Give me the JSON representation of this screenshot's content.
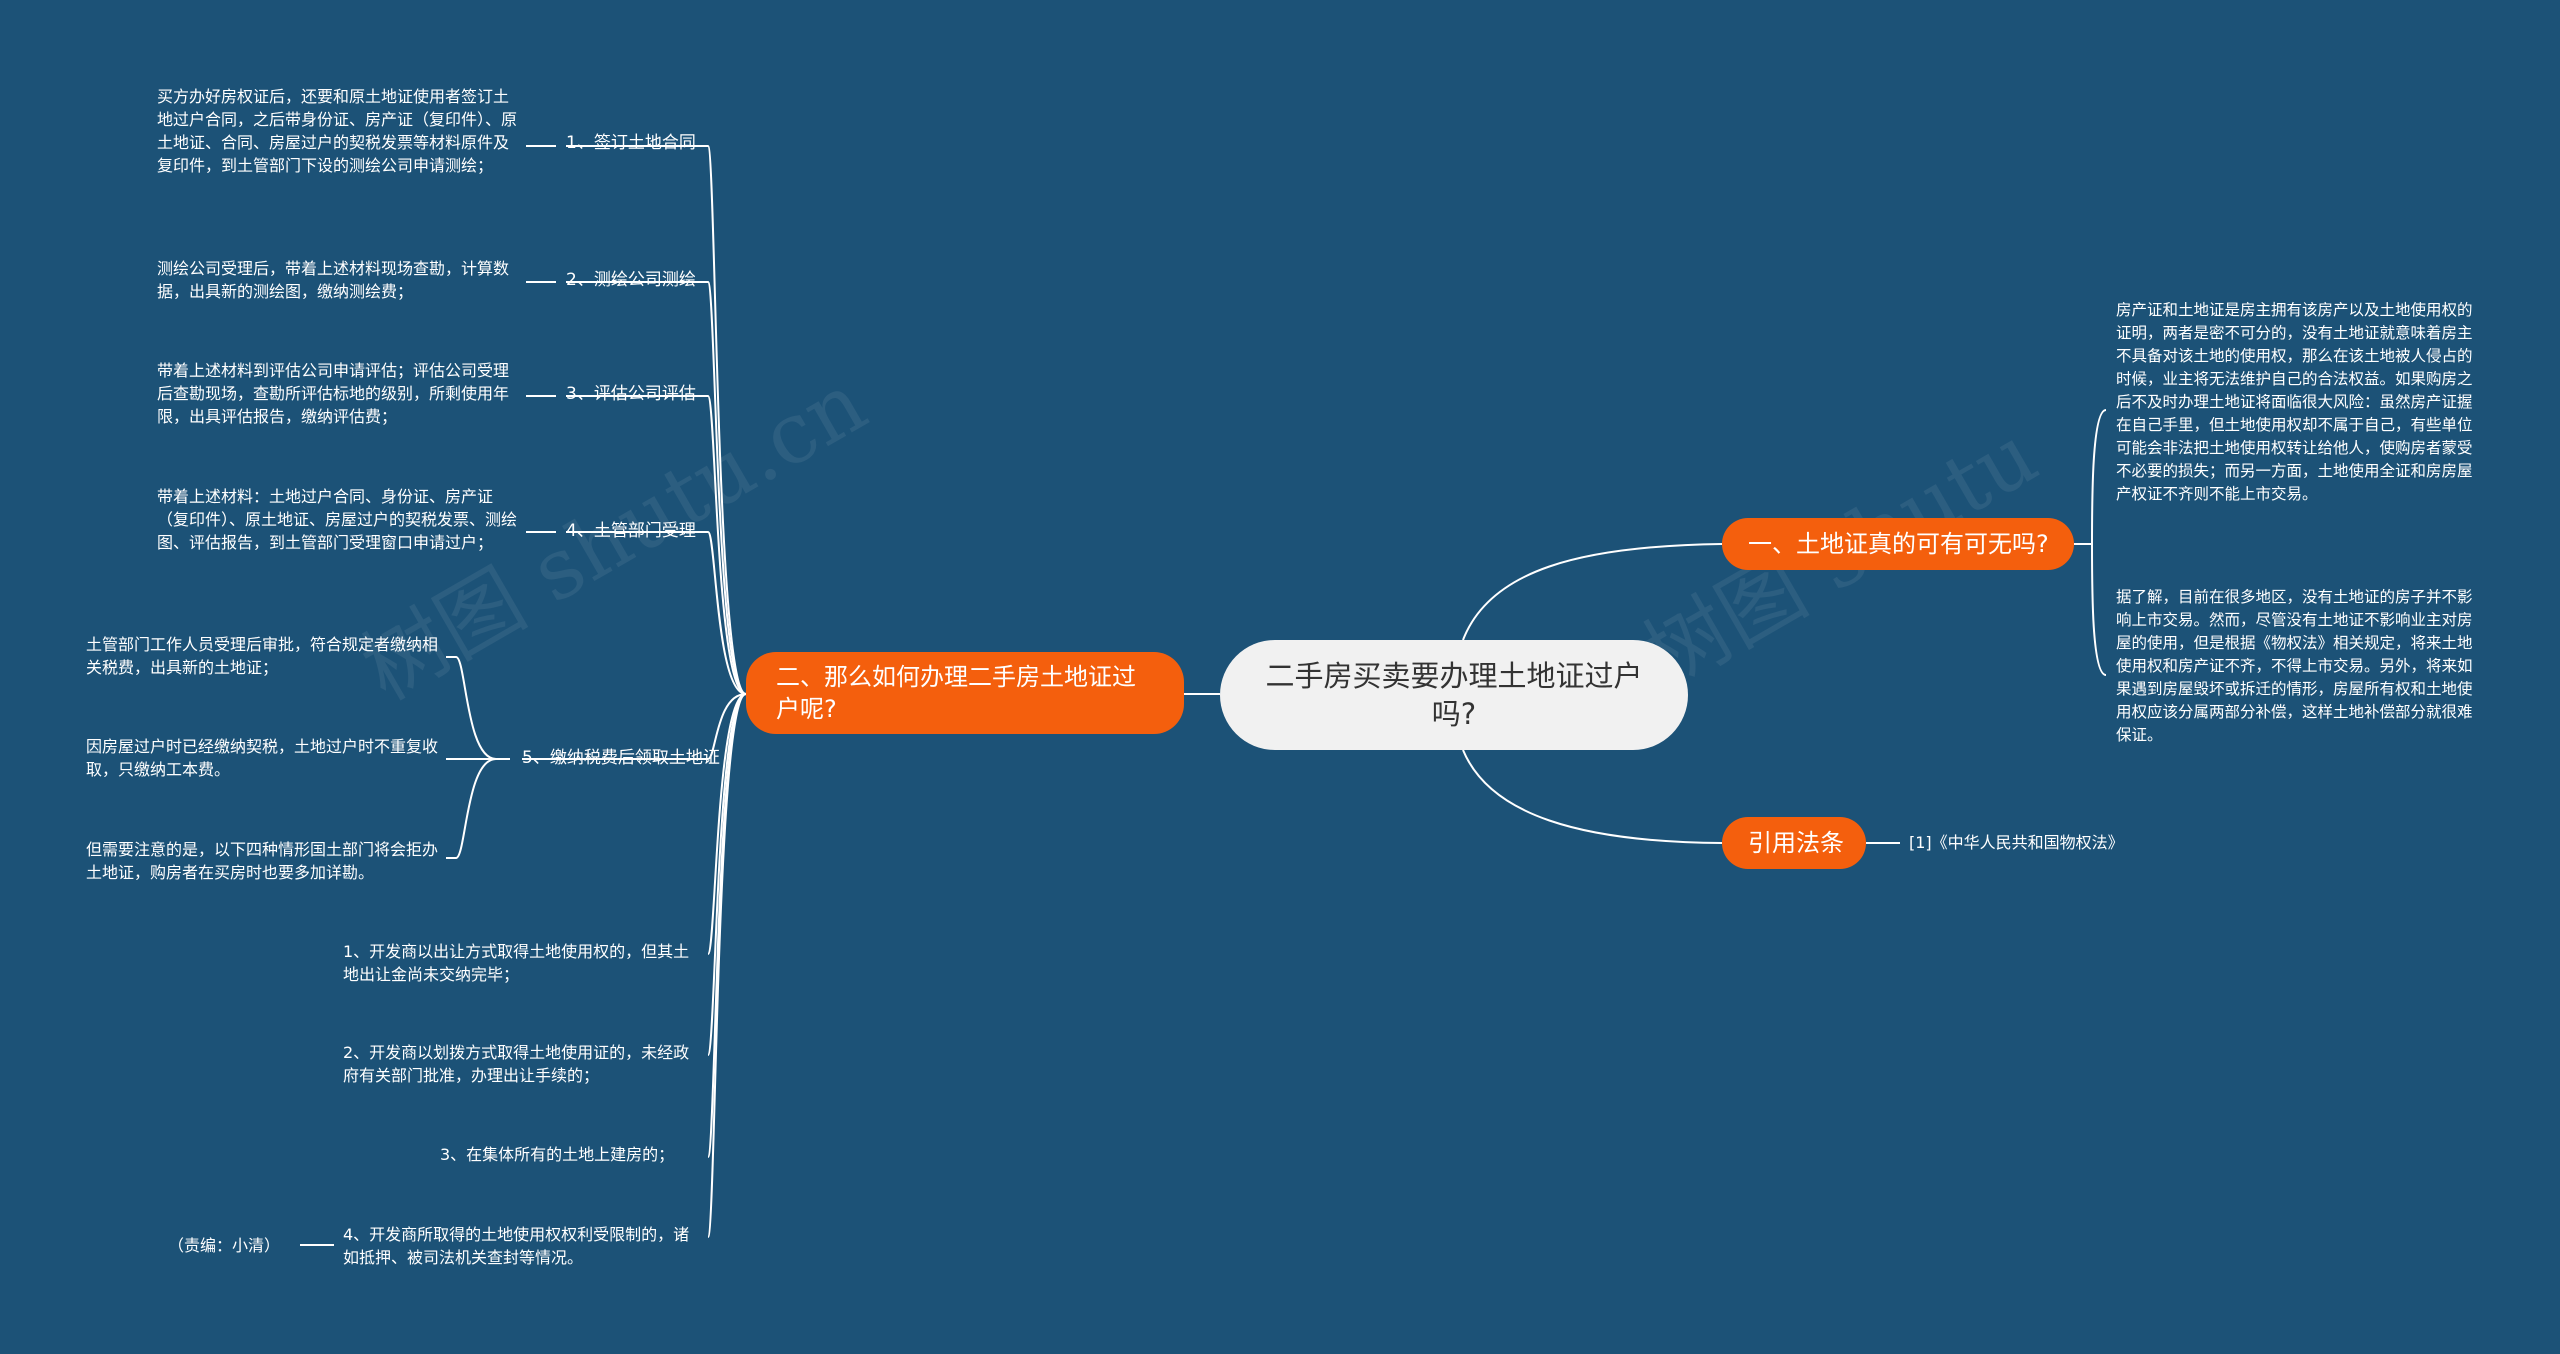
{
  "center": {
    "title": "二手房买卖要办理土地证过户吗?"
  },
  "branch_left": {
    "title": "二、那么如何办理二手房土地证过户呢?",
    "steps": [
      {
        "label": "1、签订土地合同",
        "detail": "买方办好房权证后，还要和原土地证使用者签订土地过户合同，之后带身份证、房产证（复印件）、原土地证、合同、房屋过户的契税发票等材料原件及复印件，到土管部门下设的测绘公司申请测绘；"
      },
      {
        "label": "2、测绘公司测绘",
        "detail": "测绘公司受理后，带着上述材料现场查勘，计算数据，出具新的测绘图，缴纳测绘费；"
      },
      {
        "label": "3、评估公司评估",
        "detail": "带着上述材料到评估公司申请评估；评估公司受理后查勘现场，查勘所评估标地的级别，所剩使用年限，出具评估报告，缴纳评估费；"
      },
      {
        "label": "4、土管部门受理",
        "detail": "带着上述材料：土地过户合同、身份证、房产证（复印件）、原土地证、房屋过户的契税发票、测绘图、评估报告，到土管部门受理窗口申请过户；"
      },
      {
        "label": "5、缴纳税费后领取土地证",
        "details": [
          "土管部门工作人员受理后审批，符合规定者缴纳相关税费，出具新的土地证；",
          "因房屋过户时已经缴纳契税，土地过户时不重复收取，只缴纳工本费。",
          "但需要注意的是，以下四种情形国土部门将会拒办土地证，购房者在买房时也要多加详勘。"
        ]
      }
    ],
    "cases": [
      "1、开发商以出让方式取得土地使用权的，但其土地出让金尚未交纳完毕；",
      "2、开发商以划拨方式取得土地使用证的，未经政府有关部门批准，办理出让手续的；",
      "3、在集体所有的土地上建房的；",
      "4、开发商所取得的土地使用权权利受限制的，诸如抵押、被司法机关查封等情况。"
    ],
    "editor": "（责编：小清）"
  },
  "branch_right_1": {
    "title": "一、土地证真的可有可无吗?",
    "paragraphs": [
      "房产证和土地证是房主拥有该房产以及土地使用权的证明，两者是密不可分的，没有土地证就意味着房主不具备对该土地的使用权，那么在该土地被人侵占的时候，业主将无法维护自己的合法权益。如果购房之后不及时办理土地证将面临很大风险：虽然房产证握在自己手里，但土地使用权却不属于自己，有些单位可能会非法把土地使用权转让给他人，使购房者蒙受不必要的损失；而另一方面，土地使用全证和房房屋产权证不齐则不能上市交易。",
      "据了解，目前在很多地区，没有土地证的房子并不影响上市交易。然而，尽管没有土地证不影响业主对房屋的使用，但是根据《物权法》相关规定，将来土地使用权和房产证不齐，不得上市交易。另外，将来如果遇到房屋毁坏或拆迁的情形，房屋所有权和土地使用权应该分属两部分补偿，这样土地补偿部分就很难保证。"
    ]
  },
  "branch_right_2": {
    "title": "引用法条",
    "ref": "[1]《中华人民共和国物权法》"
  },
  "watermarks": [
    "树图 shutu.cn",
    "树图 shutu"
  ],
  "colors": {
    "background": "#1c5277",
    "accent": "#f45f0d",
    "center": "#f1f1f1",
    "line": "#ffffff"
  }
}
